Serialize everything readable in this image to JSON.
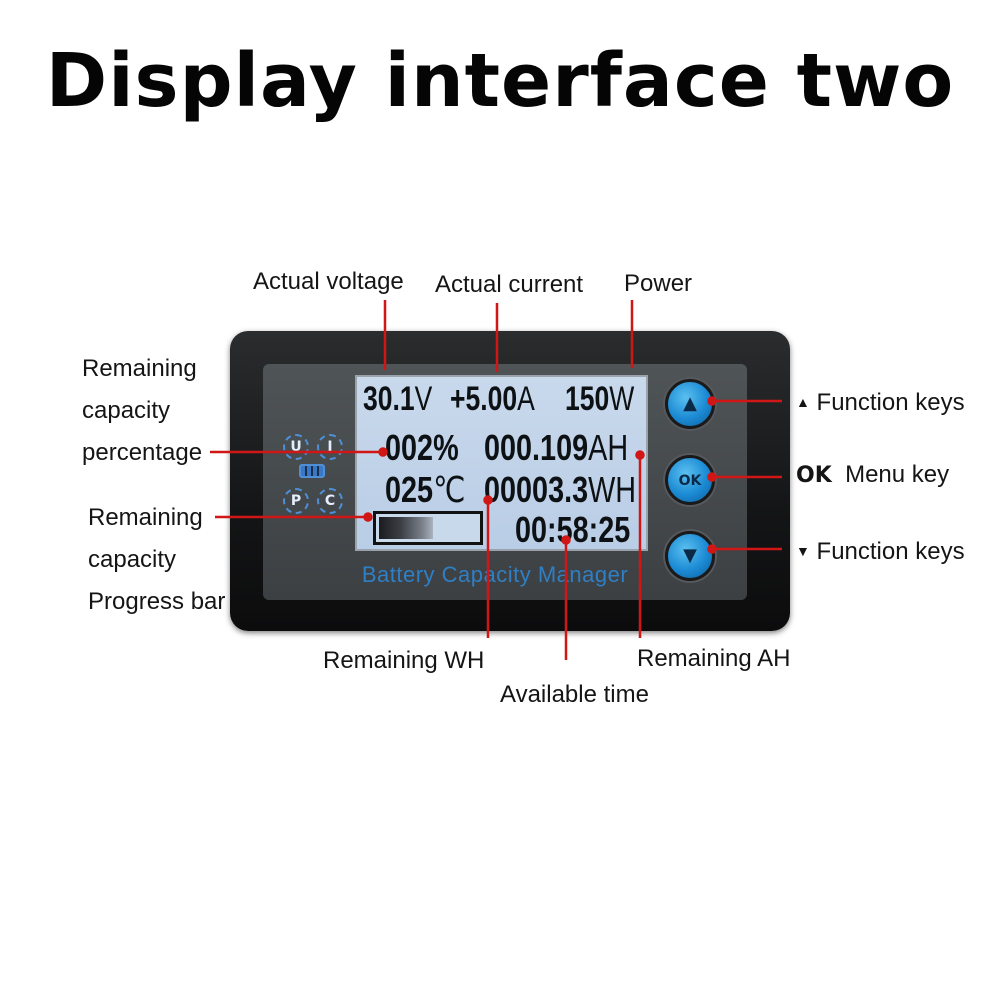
{
  "title": "Display interface two",
  "callouts": {
    "actual_voltage": "Actual voltage",
    "actual_current": "Actual current",
    "power": "Power",
    "remaining_capacity_percentage": [
      "Remaining",
      "capacity",
      "percentage"
    ],
    "remaining_capacity_progress_bar": [
      "Remaining",
      "capacity",
      "Progress bar"
    ],
    "remaining_wh": "Remaining WH",
    "available_time": "Available time",
    "remaining_ah": "Remaining AH",
    "function_keys_up": "Function keys",
    "menu_key_ok": "OK",
    "menu_key_label": "Menu key",
    "function_keys_down": "Function keys"
  },
  "lcd": {
    "voltage": "30.1",
    "voltage_unit": "V",
    "current": "+5.00",
    "current_unit": "A",
    "power": "150",
    "power_unit": "W",
    "percentage": "002",
    "percentage_unit": "%",
    "ah": "000.109",
    "ah_unit": "AH",
    "temperature": "025",
    "temperature_unit": "℃",
    "wh": "00003.3",
    "wh_unit": "WH",
    "time": "00:58:25",
    "progress_fraction": 0.55
  },
  "panel": {
    "brand": "Battery Capacity Manager",
    "mode_icons": [
      "U",
      "I",
      "P",
      "C"
    ]
  },
  "keys": {
    "up_glyph": "▲",
    "ok_glyph": "OK",
    "down_glyph": "▼"
  },
  "colors": {
    "leader_line": "#d11616",
    "key_blue": "#1b8ad4",
    "lcd_background": "#c9d9ec",
    "brand_text": "#2f7fc4"
  }
}
